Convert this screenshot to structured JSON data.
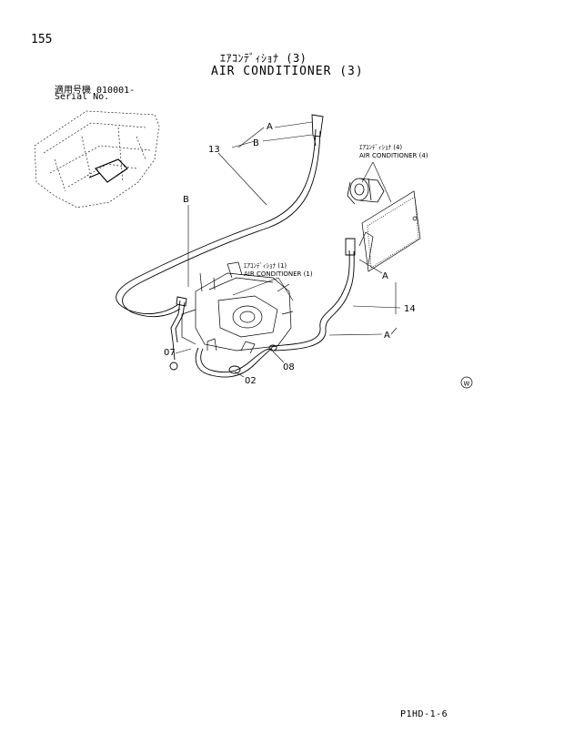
{
  "header": {
    "page_number": "155",
    "title_jp": "ｴｱｺﾝﾃﾞｨｼｮﾅ (3)",
    "title_en": "AIR CONDITIONER (3)",
    "serial_label_jp": "適用号機  010001-",
    "serial_label_en": "Serial No."
  },
  "callouts": {
    "A_top": "A",
    "B_top": "B",
    "B_left": "B",
    "A_right_upper": "A",
    "A_right_lower": "A",
    "part_13": "13",
    "part_14": "14",
    "part_07": "07",
    "part_02": "02",
    "part_08": "08",
    "ref4_jp": "ｴｱｺﾝﾃﾞｨｼｮﾅ (4)",
    "ref4_en": "AIR CONDITIONER (4)",
    "ref1_jp": "ｴｱｺﾝﾃﾞｨｼｮﾅ (1)",
    "ref1_en": "AIR CONDITIONER (1)",
    "w_mark": "W"
  },
  "footer": {
    "code": "P1HD-1-6"
  }
}
